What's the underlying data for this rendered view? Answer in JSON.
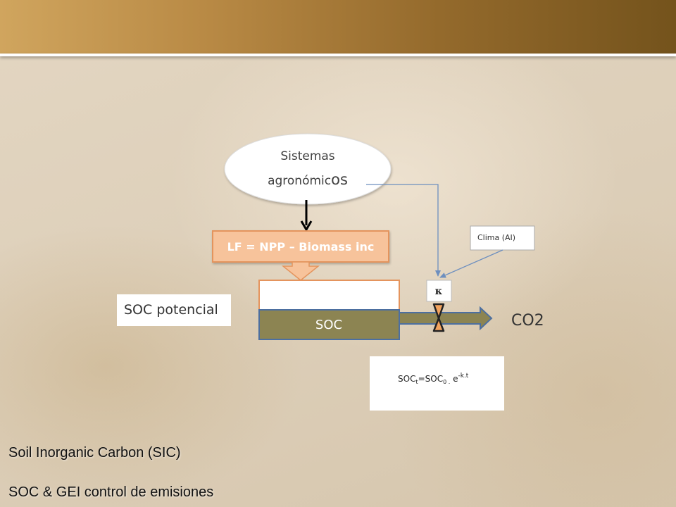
{
  "ellipse": {
    "line1": "Sistemas",
    "line2_main": "agronómic",
    "line2_end": "os"
  },
  "lf_box": {
    "label": "LF = NPP – Biomass inc"
  },
  "soc_box": {
    "label": "SOC"
  },
  "soc_potencial": {
    "label": "SOC potencial"
  },
  "clima_box": {
    "label": "Clima (AI)"
  },
  "k_box": {
    "label": "κ"
  },
  "co2": {
    "label": "CO2"
  },
  "equation": {
    "lhs": "SOC",
    "lhs_sub": "t",
    "eq": "=SOC",
    "rhs_sub": "0 .",
    "base": " e",
    "exp": "-k.t"
  },
  "bottom": {
    "line1": "Soil Inorganic Carbon (SIC)",
    "line2": "SOC &  GEI control de emisiones"
  },
  "colors": {
    "lf_fill": "#f7c39b",
    "lf_stroke": "#e4945d",
    "soc_fill": "#8c8452",
    "soc_stroke": "#4c6fa0",
    "pipe_fill": "#8c8452",
    "arrow_lines": "#6d8fbf",
    "valve_orange": "#f2a35e"
  }
}
